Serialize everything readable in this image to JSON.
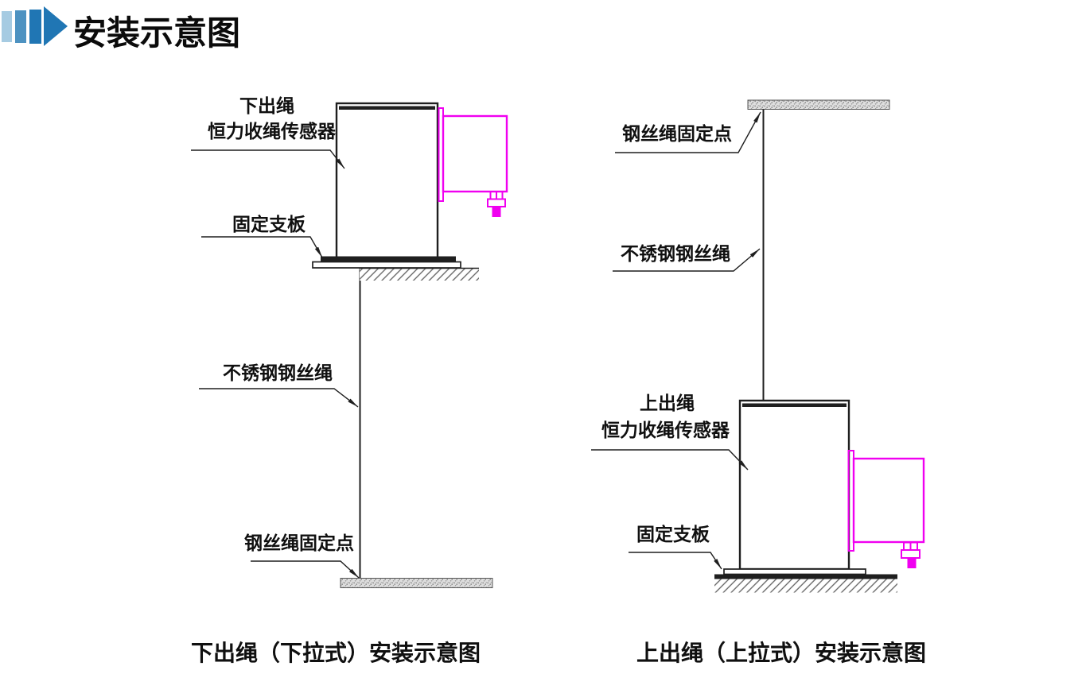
{
  "header": {
    "title": "安装示意图",
    "icon": "triple-bar-arrow-icon"
  },
  "colors": {
    "line": "#1f1f1f",
    "magenta": "#f000f0",
    "icon_blue_light": "#a6cbe2",
    "icon_blue_mid": "#4d92c1",
    "icon_blue_dark": "#2076b4",
    "hatch_line": "#5f5f5f",
    "speckle_bg": "#dedede",
    "speckle_dot": "#8c8c8c"
  },
  "left_diagram": {
    "caption": "下出绳（下拉式）安装示意图",
    "labels": {
      "sensor_line1": "下出绳",
      "sensor_line2": "恒力收绳传感器",
      "bracket": "固定支板",
      "rope": "不锈钢钢丝绳",
      "anchor": "钢丝绳固定点"
    }
  },
  "right_diagram": {
    "caption": "上出绳（上拉式）安装示意图",
    "labels": {
      "anchor": "钢丝绳固定点",
      "rope": "不锈钢钢丝绳",
      "sensor_line1": "上出绳",
      "sensor_line2": "恒力收绳传感器",
      "bracket": "固定支板"
    }
  }
}
